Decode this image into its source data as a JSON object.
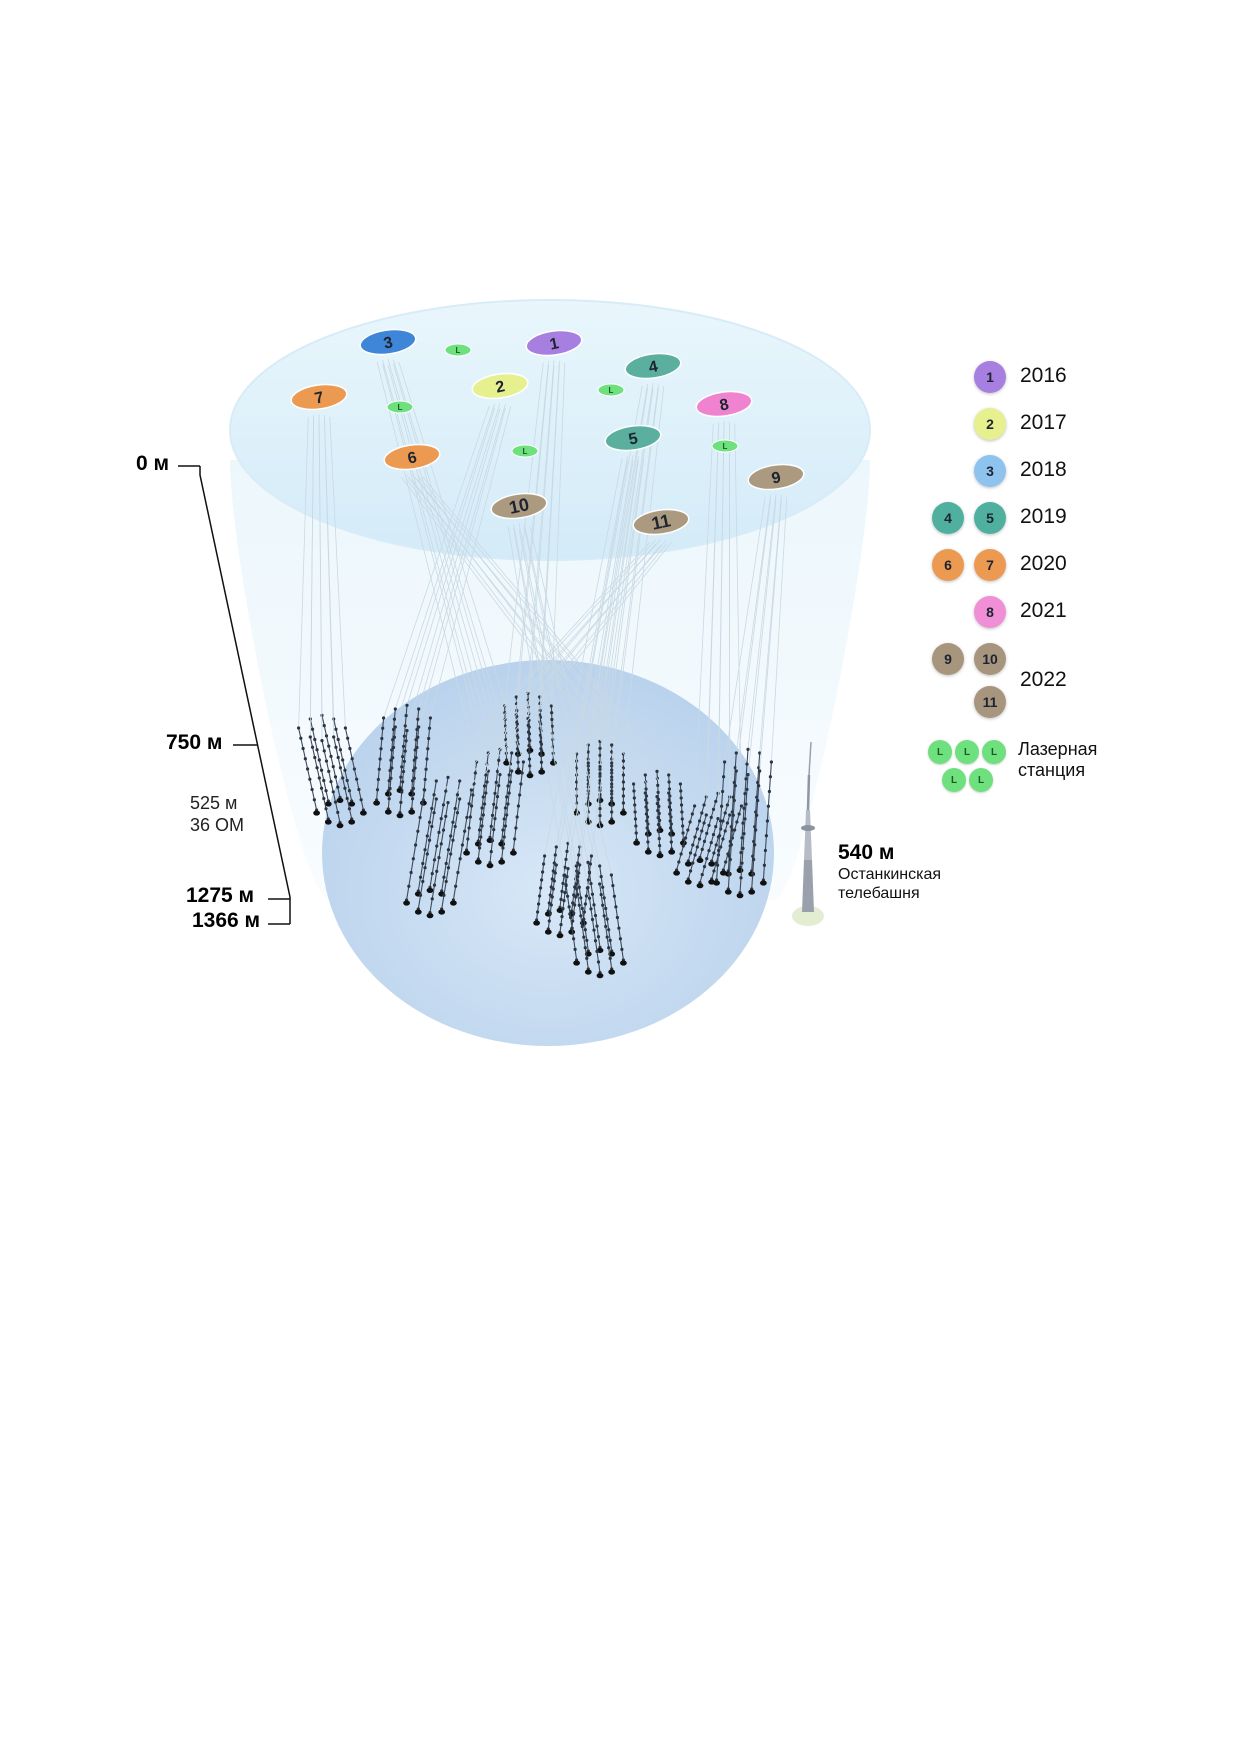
{
  "depth_scale": {
    "top": "0 м",
    "cluster_top": "750 м",
    "cluster_length": "525 м",
    "om_count": "36 ОМ",
    "cluster_bottom": "1275 м",
    "lake_bottom": "1366 м"
  },
  "clusters": [
    {
      "label": "1",
      "color": "#a77fe0"
    },
    {
      "label": "2",
      "color": "#e6f08f"
    },
    {
      "label": "3",
      "color": "#3f86d8"
    },
    {
      "label": "4",
      "color": "#5aaf9e"
    },
    {
      "label": "5",
      "color": "#5aaf9e"
    },
    {
      "label": "6",
      "color": "#ec9a52"
    },
    {
      "label": "7",
      "color": "#ec9a52"
    },
    {
      "label": "8",
      "color": "#f083cf"
    },
    {
      "label": "9",
      "color": "#ab9a80"
    },
    {
      "label": "10",
      "color": "#ab9a80"
    },
    {
      "label": "11",
      "color": "#ab9a80"
    }
  ],
  "laser_label": "L",
  "laser_color": "#6ee07e",
  "legend": [
    {
      "year": "2016",
      "badges": [
        "1"
      ],
      "color": "#a77fe0"
    },
    {
      "year": "2017",
      "badges": [
        "2"
      ],
      "color": "#e6f08f"
    },
    {
      "year": "2018",
      "badges": [
        "3"
      ],
      "color": "#8ec3ee"
    },
    {
      "year": "2019",
      "badges": [
        "4",
        "5"
      ],
      "color": "#4fb0a0"
    },
    {
      "year": "2020",
      "badges": [
        "6",
        "7"
      ],
      "color": "#ec9a52"
    },
    {
      "year": "2021",
      "badges": [
        "8"
      ],
      "color": "#f08ed6"
    },
    {
      "year": "2022",
      "badges": [
        "9",
        "10",
        "11"
      ],
      "color": "#a8957d"
    }
  ],
  "laser_legend": {
    "line1": "Лазерная",
    "line2": "станция"
  },
  "tower": {
    "height": "540 м",
    "name_line1": "Останкинская",
    "name_line2": "телебашня"
  }
}
